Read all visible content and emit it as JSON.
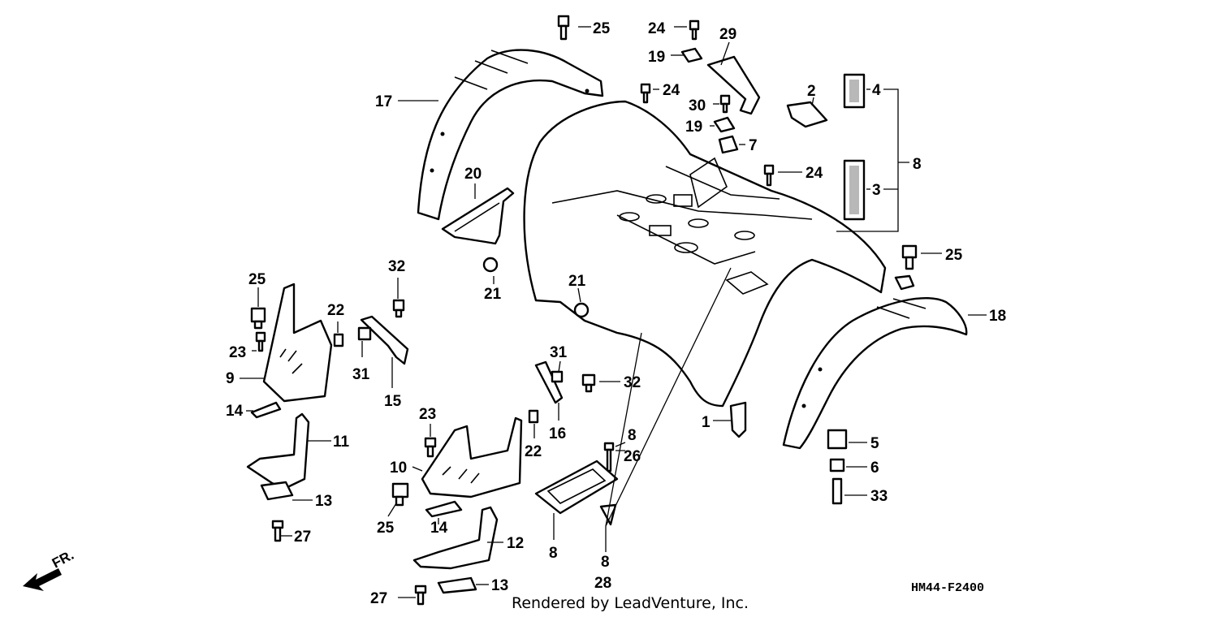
{
  "diagram": {
    "drawing_code": "HM44-F2400",
    "credit": "Rendered by LeadVenture, Inc.",
    "direction_label": "FR.",
    "callouts": [
      "25",
      "24",
      "29",
      "19",
      "24",
      "30",
      "19",
      "7",
      "2",
      "4",
      "8",
      "3",
      "24",
      "17",
      "20",
      "21",
      "21",
      "25",
      "18",
      "32",
      "25",
      "22",
      "23",
      "31",
      "9",
      "15",
      "31",
      "32",
      "14",
      "11",
      "16",
      "23",
      "22",
      "8",
      "26",
      "1",
      "5",
      "6",
      "33",
      "10",
      "13",
      "25",
      "14",
      "12",
      "27",
      "8",
      "8",
      "28",
      "27",
      "13"
    ]
  }
}
